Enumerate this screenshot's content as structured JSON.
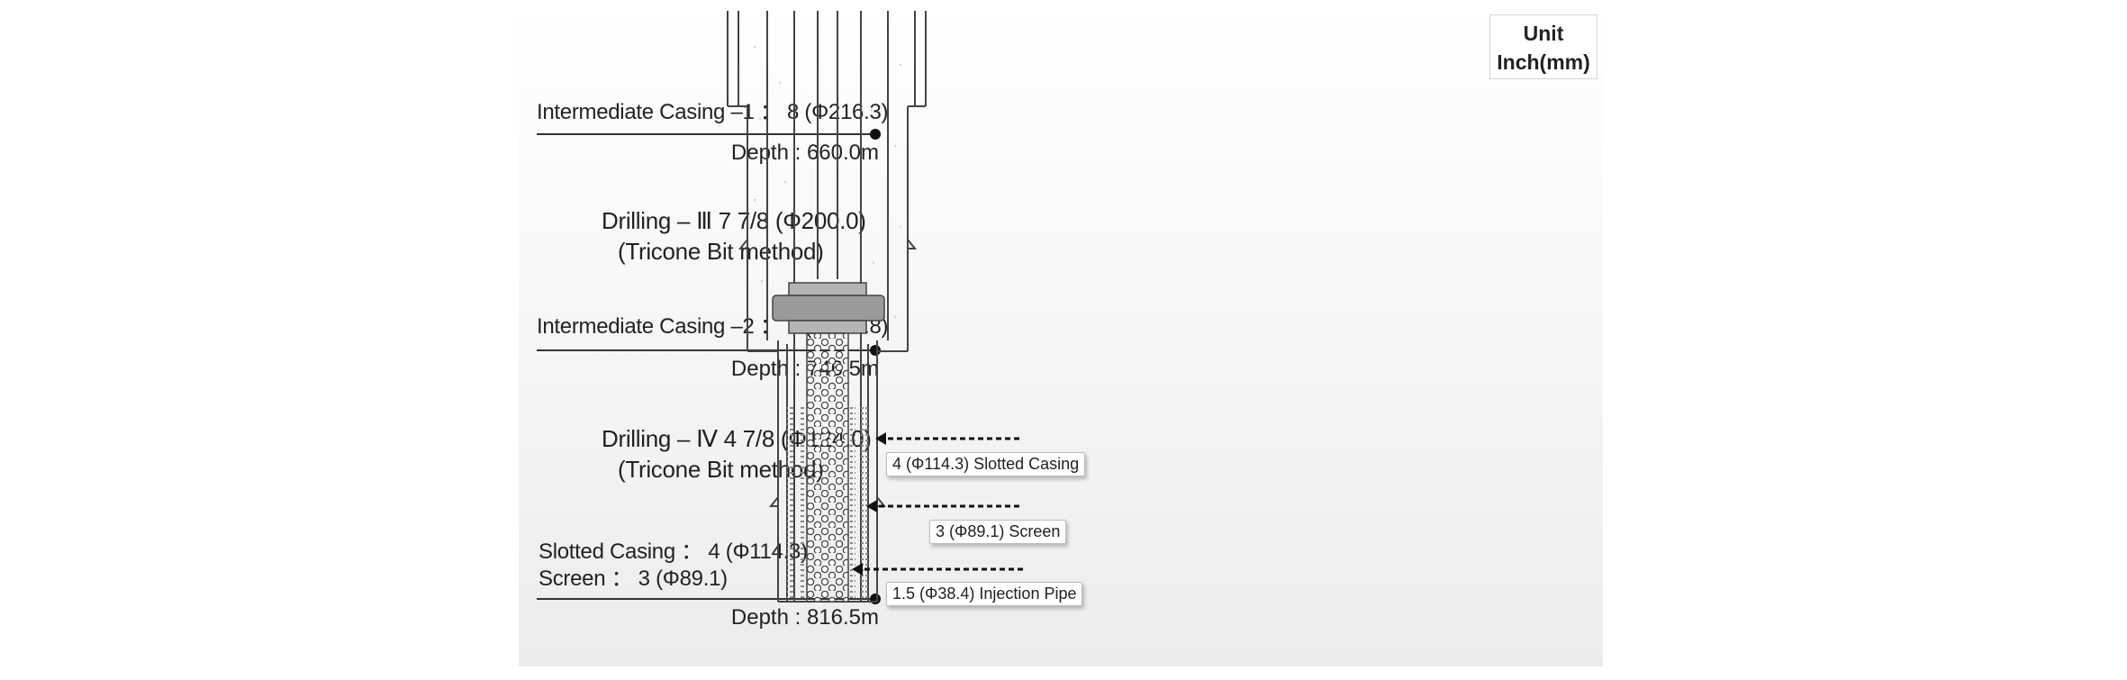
{
  "unit": {
    "line1": "Unit",
    "line2": "Inch(mm)"
  },
  "casings": [
    {
      "label": "Intermediate Casing –1 ： 8 (Φ216.3)",
      "depth": "Depth : 660.0m"
    },
    {
      "label": "Intermediate Casing –2 ： 5 (Φ139.8)",
      "depth": "Depth : 746.5m"
    },
    {
      "label_line1": "Slotted Casing ： 4 (Φ114.3)",
      "label_line2": "Screen ： 3 (Φ89.1)",
      "depth": "Depth : 816.5m"
    }
  ],
  "drillings": [
    {
      "line1": "Drilling – Ⅲ   7 7/8 (Φ200.0)",
      "line2": "(Tricone Bit method)"
    },
    {
      "line1": "Drilling – Ⅳ   4 7/8 (Φ124.0)",
      "line2": "(Tricone Bit method)"
    }
  ],
  "callouts": [
    {
      "text": "4 (Φ114.3) Slotted Casing"
    },
    {
      "text": "3 (Φ89.1) Screen"
    },
    {
      "text": "1.5 (Φ38.4) Injection Pipe"
    }
  ],
  "colors": {
    "line": "#333333",
    "packer": "#9a9a9a",
    "arrow": "#111111"
  }
}
